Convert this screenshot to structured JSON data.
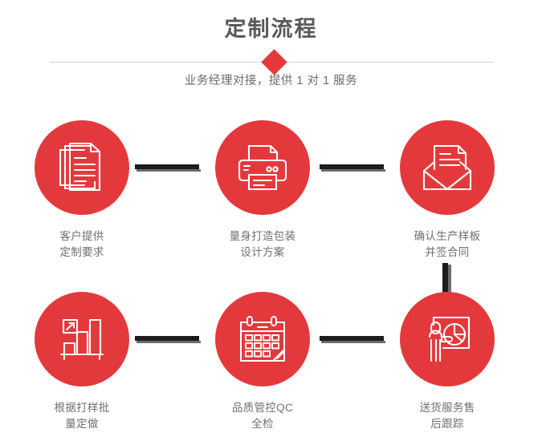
{
  "header": {
    "title": "定制流程",
    "subtitle": "业务经理对接，提供 1 对 1 服务",
    "divider_icon": "diamond-icon",
    "accent_color": "#e4393c",
    "title_color": "#595959",
    "subtitle_color": "#6b6b6b",
    "divider_color": "#cfcfcf"
  },
  "flow": {
    "connector_color_dark": "#1c1c1c",
    "connector_color_shadow": "#6d6d6d",
    "circle_color": "#e4393c",
    "label_color": "#6f6f6f",
    "steps": [
      {
        "index": 1,
        "icon": "documents-stack-icon",
        "label": "客户提供\n定制要求",
        "row": 0,
        "col": 0
      },
      {
        "index": 2,
        "icon": "printer-icon",
        "label": "量身打造包装\n设计方案",
        "row": 0,
        "col": 1
      },
      {
        "index": 3,
        "icon": "envelope-document-icon",
        "label": "确认生产样板\n并签合同",
        "row": 0,
        "col": 2
      },
      {
        "index": 4,
        "icon": "bar-chart-growth-icon",
        "label": "根据打样批\n量定做",
        "row": 1,
        "col": 0
      },
      {
        "index": 5,
        "icon": "calendar-icon",
        "label": "品质管控QC\n全检",
        "row": 1,
        "col": 1
      },
      {
        "index": 6,
        "icon": "presentation-person-icon",
        "label": "送货服务售\n后跟踪",
        "row": 1,
        "col": 2
      }
    ],
    "connectors": [
      {
        "name": "connector-step1-step2",
        "type": "horizontal"
      },
      {
        "name": "connector-step2-step3",
        "type": "horizontal"
      },
      {
        "name": "connector-step3-step6",
        "type": "vertical"
      },
      {
        "name": "connector-step4-step5",
        "type": "horizontal"
      },
      {
        "name": "connector-step5-step6",
        "type": "horizontal"
      }
    ]
  }
}
